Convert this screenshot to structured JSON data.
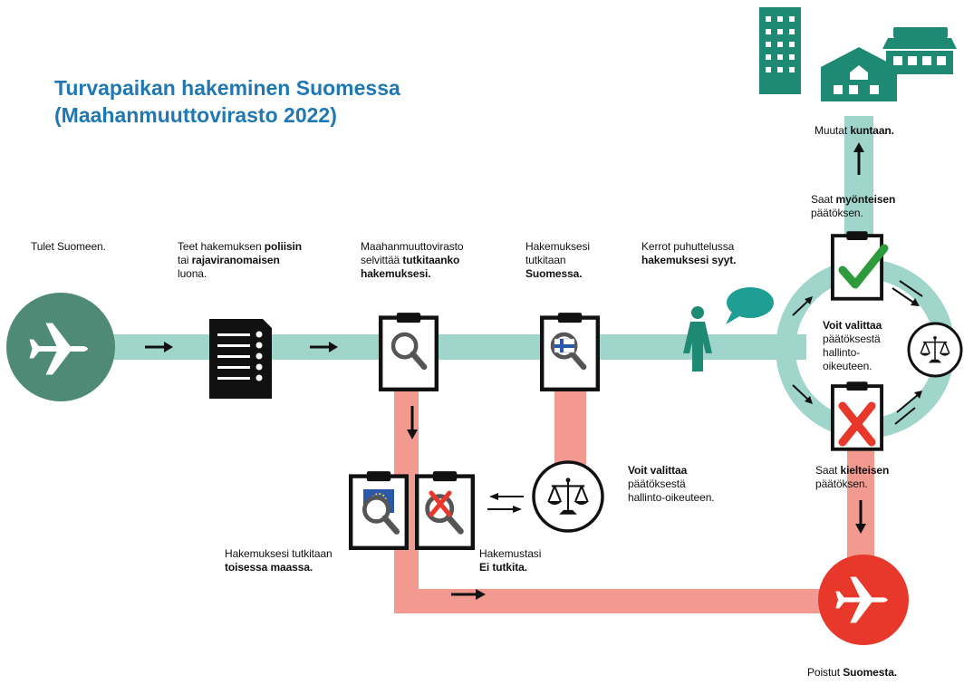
{
  "title": {
    "line1": "Turvapaikan hakeminen Suomessa",
    "line2": "(Maahanmuuttovirasto 2022)"
  },
  "steps": {
    "arrive": {
      "text": "Tulet Suomeen."
    },
    "apply": {
      "pre": "Teet hakemuksen ",
      "bold1": "poliisin",
      "mid": "tai ",
      "bold2": "rajaviranomaisen",
      "post": "luona."
    },
    "migri": {
      "line1": "Maahanmuuttovirasto",
      "pre": "selvittää ",
      "bold1": "tutkitaanko",
      "bold2": "hakemuksesi."
    },
    "examined_fi": {
      "line1": "Hakemuksesi",
      "line2": "tutkitaan",
      "bold": "Suomessa."
    },
    "interview": {
      "line1": "Kerrot puhuttelussa",
      "bold": "hakemuksesi syyt."
    },
    "positive": {
      "pre": "Saat ",
      "bold": "myönteisen",
      "post": "päätöksen."
    },
    "municipality": {
      "pre": "Muutat ",
      "bold": "kuntaan."
    },
    "appeal_right": {
      "bold": "Voit valittaa",
      "line2": "päätöksestä",
      "line3": "hallinto-",
      "line4": "oikeuteen."
    },
    "negative": {
      "pre": "Saat ",
      "bold": "kielteisen",
      "post": "päätöksen."
    },
    "appeal_mid": {
      "bold": "Voit valittaa",
      "line2": "päätöksestä",
      "line3": "hallinto-oikeuteen."
    },
    "other_country": {
      "line1": "Hakemuksesi tutkitaan",
      "bold": "toisessa maassa."
    },
    "not_examined": {
      "line1": "Hakemustasi",
      "bold": "Ei tutkita."
    },
    "leave": {
      "pre": "Poistut ",
      "bold": "Suomesta."
    }
  },
  "colors": {
    "title_blue": "#1f78b4",
    "teal_path": "#9fd5cb",
    "pink_path": "#f29a90",
    "plane_green": "#4f8a77",
    "plane_red": "#e8372b",
    "building_teal": "#1f8a74",
    "check_green": "#2d9b3c",
    "cross_red": "#e8372b",
    "eu_blue": "#2b58a8"
  },
  "icons": [
    "airplane-icon",
    "document-list-icon",
    "clipboard-magnifier-icon",
    "finnish-flag-icon",
    "person-icon",
    "speech-bubble-icon",
    "clipboard-check-icon",
    "clipboard-cross-icon",
    "scales-icon",
    "eu-flag-icon",
    "building-icon",
    "house-icon",
    "arrow-icon"
  ]
}
